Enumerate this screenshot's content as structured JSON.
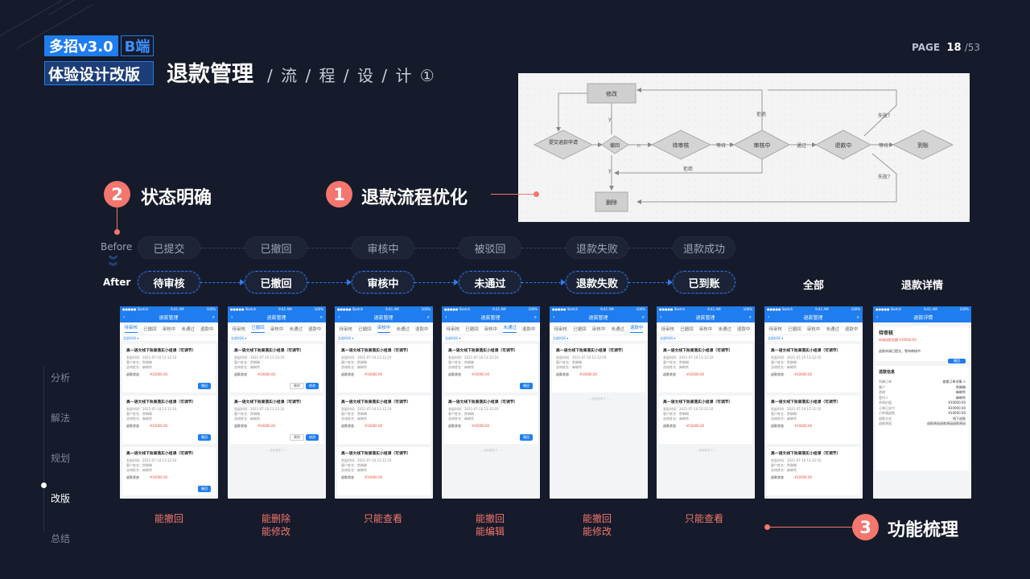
{
  "header": {
    "badge_main": "多招v3.0",
    "badge_b": "B端",
    "badge_sub": "体验设计改版",
    "title": "退款管理",
    "subtitle": "/ 流 / 程 / 设 / 计 ①"
  },
  "pager": {
    "label": "PAGE",
    "current": "18",
    "total": "/53"
  },
  "flowchart": {
    "nodes": {
      "modify": "修改",
      "submit": "提交退款申请",
      "withdraw": "撤回",
      "pending": "待审核",
      "reviewing": "审核中",
      "refunding": "退款中",
      "arrived": "到账",
      "delete": "删除"
    },
    "labels": {
      "y1": "y",
      "y2": "y",
      "n": "n",
      "wait1": "等待",
      "pass": "通过",
      "wait2": "等待",
      "reject1": "拒绝",
      "reject2": "拒绝",
      "fail1": "失败？",
      "fail2": "失败？"
    }
  },
  "sections": {
    "s1": {
      "num": "1",
      "title": "退款流程优化"
    },
    "s2": {
      "num": "2",
      "title": "状态明确"
    },
    "s3": {
      "num": "3",
      "title": "功能梳理"
    }
  },
  "rows": {
    "before_label": "Before",
    "after_label": "After",
    "before": [
      "已提交",
      "已撤回",
      "审核中",
      "被驳回",
      "退款失败",
      "退款成功"
    ],
    "after": [
      "待审核",
      "已撤回",
      "审核中",
      "未通过",
      "退款失败",
      "已到账"
    ],
    "extra": [
      "全部",
      "退款详情"
    ]
  },
  "phone": {
    "status_left": "●●●●● Sketch",
    "status_time": "9:41 AM",
    "status_right": "100%",
    "nav_title": "退款管理",
    "detail_nav_title": "退款详情",
    "tabs": [
      "待审核",
      "已撤回",
      "审核中",
      "未通过",
      "退款中"
    ],
    "filter": "全部时间 ▾",
    "card_title": "高一语文线下效果落实小组课（可调节）",
    "card_time": "发起时间：2021-07-10  13:12:10",
    "card_customer": "客户姓名：詹琳琳",
    "card_advisor": "咨询姓名：麻琳秀",
    "card_status": "退款状态",
    "card_amount": "-¥10000.00",
    "btn_withdraw": "撤回",
    "btn_delete": "删除",
    "btn_edit": "修改",
    "end_text": "— 没有更多了 —",
    "detail_status": "待审核",
    "detail_amount": "申请退款金额 ¥10000.00",
    "detail_step": "退款申请已提交，等待审核中",
    "detail_info_title": "退款信息",
    "detail_rows": [
      [
        "所属订单",
        "查看订单详情 >"
      ],
      [
        "客户",
        "詹琳琳"
      ],
      [
        "咨询",
        "麻琳秀"
      ],
      [
        "签约人",
        "麻琳秀"
      ],
      [
        "合同价值",
        "¥10000.00"
      ],
      [
        "订单已支付",
        "¥20000.00"
      ],
      [
        "已申请退款",
        "¥10000.00"
      ],
      [
        "退款方式",
        "线下退款"
      ],
      [
        "退款原因",
        "退款原因退款原因退款原因"
      ]
    ]
  },
  "functions": [
    [
      "能撤回"
    ],
    [
      "能删除",
      "能修改"
    ],
    [
      "只能查看"
    ],
    [
      "能撤回",
      "能编辑"
    ],
    [
      "能撤回",
      "能修改"
    ],
    [
      "只能查看"
    ]
  ],
  "sidenav": [
    "分析",
    "解法",
    "规划",
    "改版",
    "总结"
  ],
  "colors": {
    "accent": "#1f7df0",
    "coral": "#f4766e",
    "bg": "#151b2a"
  }
}
